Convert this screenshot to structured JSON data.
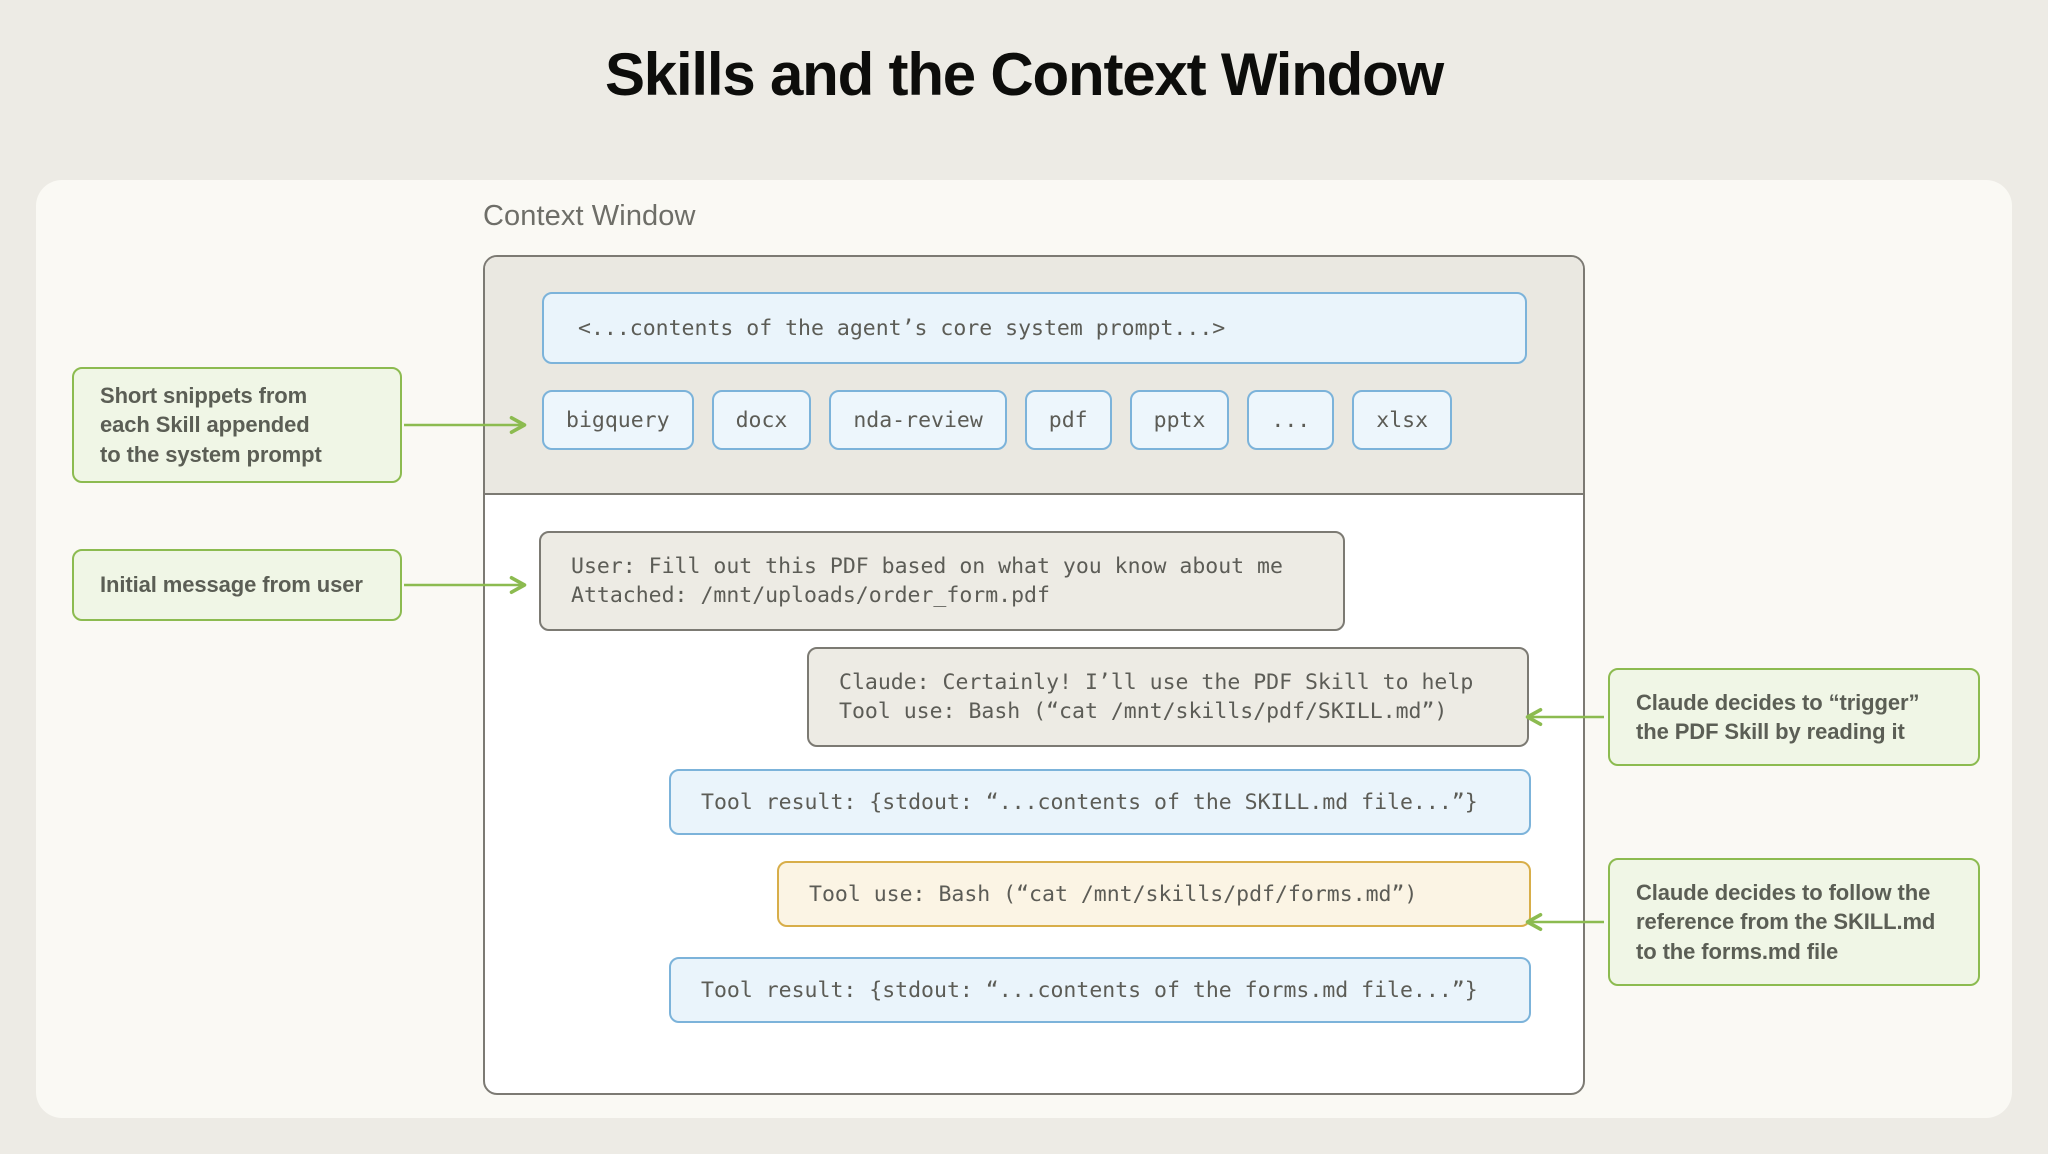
{
  "page": {
    "title": "Skills and the Context Window",
    "background_color": "#EDEBE5",
    "card_color": "#FAF9F4"
  },
  "context_window": {
    "label": "Context Window",
    "system_prompt_box": {
      "text": "<...contents of the agent’s core system prompt...>",
      "fill": "#EAF4FB",
      "border": "#7CB3DA"
    },
    "skill_chips": [
      {
        "label": "bigquery"
      },
      {
        "label": "docx"
      },
      {
        "label": "nda-review"
      },
      {
        "label": "pdf"
      },
      {
        "label": "pptx"
      },
      {
        "label": "..."
      },
      {
        "label": "xlsx"
      }
    ],
    "messages": [
      {
        "id": "user-message",
        "style": "gray",
        "line1": "User: Fill out this PDF based on what you know about me",
        "line2": "Attached: /mnt/uploads/order_form.pdf"
      },
      {
        "id": "claude-message",
        "style": "gray",
        "line1": "Claude: Certainly! I’ll use the PDF Skill to help",
        "line2": "Tool use: Bash (“cat /mnt/skills/pdf/SKILL.md”)"
      },
      {
        "id": "tool-result-skill-md",
        "style": "blue",
        "line1": "Tool result: {stdout: “...contents of the SKILL.md file...”}"
      },
      {
        "id": "tool-use-forms-md",
        "style": "amber",
        "line1": "Tool use: Bash (“cat /mnt/skills/pdf/forms.md”)"
      },
      {
        "id": "tool-result-forms-md",
        "style": "blue",
        "line1": "Tool result: {stdout: “...contents of the forms.md file...”}"
      }
    ]
  },
  "annotations": [
    {
      "id": "note-skill-snippets",
      "side": "left",
      "lines": [
        "Short snippets from",
        "each Skill appended",
        "to the system prompt"
      ]
    },
    {
      "id": "note-initial-message",
      "side": "left",
      "lines": [
        "Initial message from user"
      ]
    },
    {
      "id": "note-trigger-pdf-skill",
      "side": "right",
      "lines": [
        "Claude decides to “trigger”",
        "the PDF Skill by reading it"
      ]
    },
    {
      "id": "note-follow-reference",
      "side": "right",
      "lines": [
        "Claude decides to follow the",
        "reference from the SKILL.md",
        "to the forms.md file"
      ]
    }
  ],
  "colors": {
    "accent_green": "#8CBB50",
    "accent_blue": "#7CB3DA",
    "accent_amber": "#D8AE49",
    "frame_gray": "#7C7A73",
    "text_gray": "#5C5C56"
  }
}
